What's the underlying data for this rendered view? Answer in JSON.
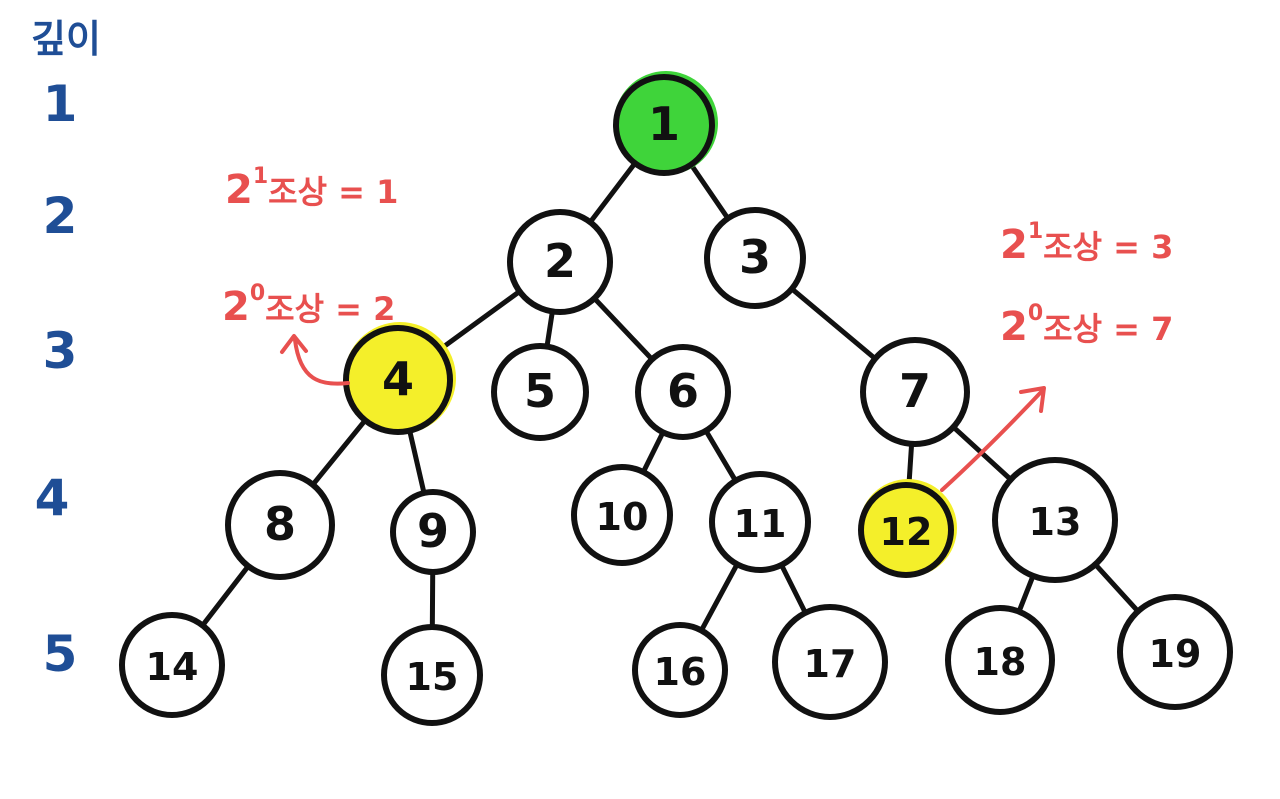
{
  "colors": {
    "depth": "#1f4e96",
    "annotation": "#e8504f",
    "root_highlight": "#3fd43a",
    "node_highlight": "#f4ef2a",
    "stroke": "#111111"
  },
  "depth_axis": {
    "title": "깊이",
    "levels": [
      "1",
      "2",
      "3",
      "4",
      "5"
    ]
  },
  "tree": {
    "nodes": [
      {
        "id": "1",
        "depth": 1,
        "highlight": "root"
      },
      {
        "id": "2",
        "depth": 2
      },
      {
        "id": "3",
        "depth": 2
      },
      {
        "id": "4",
        "depth": 3,
        "highlight": "yellow"
      },
      {
        "id": "5",
        "depth": 3
      },
      {
        "id": "6",
        "depth": 3
      },
      {
        "id": "7",
        "depth": 3
      },
      {
        "id": "8",
        "depth": 4
      },
      {
        "id": "9",
        "depth": 4
      },
      {
        "id": "10",
        "depth": 4
      },
      {
        "id": "11",
        "depth": 4
      },
      {
        "id": "12",
        "depth": 4,
        "highlight": "yellow"
      },
      {
        "id": "13",
        "depth": 4
      },
      {
        "id": "14",
        "depth": 5
      },
      {
        "id": "15",
        "depth": 5
      },
      {
        "id": "16",
        "depth": 5
      },
      {
        "id": "17",
        "depth": 5
      },
      {
        "id": "18",
        "depth": 5
      },
      {
        "id": "19",
        "depth": 5
      }
    ],
    "edges": [
      [
        "1",
        "2"
      ],
      [
        "1",
        "3"
      ],
      [
        "2",
        "4"
      ],
      [
        "2",
        "5"
      ],
      [
        "2",
        "6"
      ],
      [
        "3",
        "7"
      ],
      [
        "4",
        "8"
      ],
      [
        "4",
        "9"
      ],
      [
        "6",
        "10"
      ],
      [
        "6",
        "11"
      ],
      [
        "7",
        "12"
      ],
      [
        "7",
        "13"
      ],
      [
        "8",
        "14"
      ],
      [
        "9",
        "15"
      ],
      [
        "11",
        "16"
      ],
      [
        "11",
        "17"
      ],
      [
        "13",
        "18"
      ],
      [
        "13",
        "19"
      ]
    ]
  },
  "annotations": {
    "left": {
      "line1": {
        "base": "2",
        "exp": "1",
        "text": "조상 = 1"
      },
      "line2": {
        "base": "2",
        "exp": "0",
        "text": "조상 = 2"
      }
    },
    "right": {
      "line1": {
        "base": "2",
        "exp": "1",
        "text": "조상 = 3"
      },
      "line2": {
        "base": "2",
        "exp": "0",
        "text": "조상 = 7"
      }
    }
  }
}
